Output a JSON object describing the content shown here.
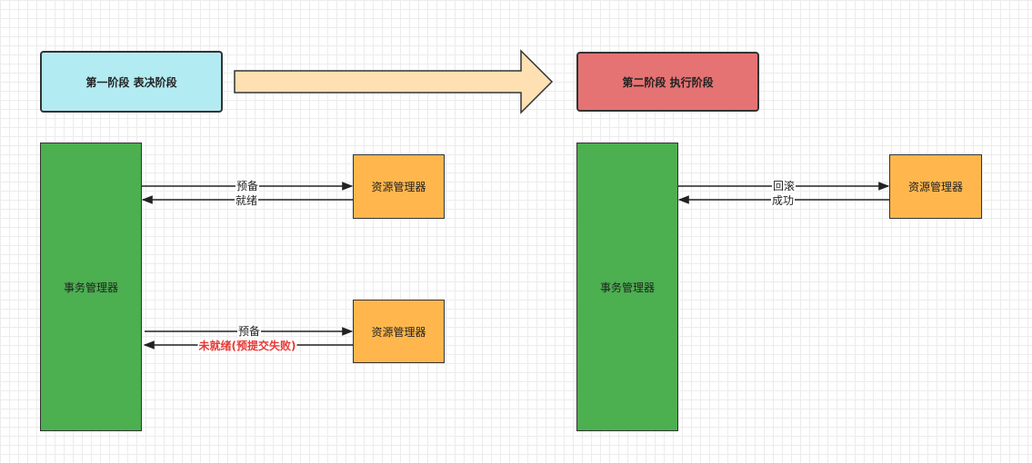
{
  "colors": {
    "phase1_fill": "#b3ebf2",
    "phase2_fill": "#e57373",
    "arrow_fill": "#ffe0b2",
    "manager_fill": "#4caf50",
    "resource_fill": "#ffb74d",
    "fail_text": "#e53935"
  },
  "phase1": {
    "label": "第一阶段 表决阶段"
  },
  "phase2": {
    "label": "第二阶段 执行阶段"
  },
  "left": {
    "transaction_manager": "事务管理器",
    "resource_manager_1": "资源管理器",
    "resource_manager_2": "资源管理器",
    "msg_prepare_1": "预备",
    "msg_ready_1": "就绪",
    "msg_prepare_2": "预备",
    "msg_not_ready_2": "未就绪(预提交失败)"
  },
  "right": {
    "transaction_manager": "事务管理器",
    "resource_manager": "资源管理器",
    "msg_rollback": "回滚",
    "msg_success": "成功"
  }
}
